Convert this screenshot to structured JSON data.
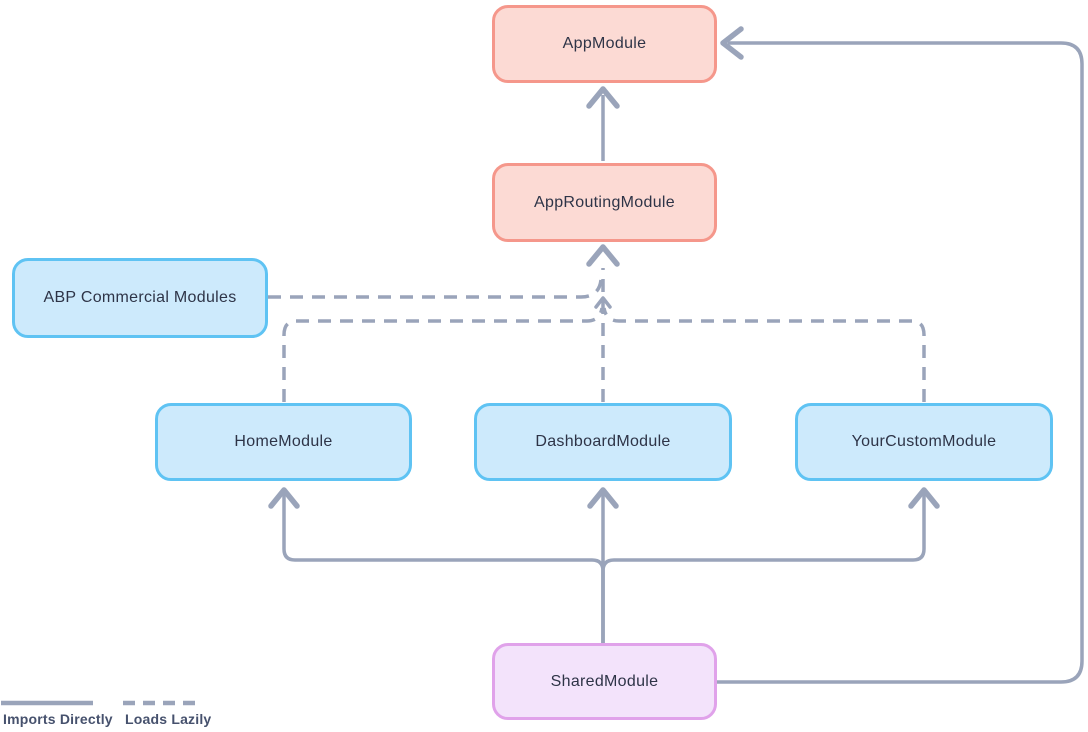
{
  "diagram": {
    "kind": "module-dependency-diagram",
    "nodes": [
      {
        "id": "app-module",
        "label": "AppModule",
        "role": "root"
      },
      {
        "id": "app-routing-module",
        "label": "AppRoutingModule",
        "role": "root"
      },
      {
        "id": "abp-commercial-modules",
        "label": "ABP Commercial Modules",
        "role": "feature"
      },
      {
        "id": "home-module",
        "label": "HomeModule",
        "role": "feature"
      },
      {
        "id": "dashboard-module",
        "label": "DashboardModule",
        "role": "feature"
      },
      {
        "id": "your-custom-module",
        "label": "YourCustomModule",
        "role": "feature"
      },
      {
        "id": "shared-module",
        "label": "SharedModule",
        "role": "shared"
      }
    ],
    "edges": [
      {
        "from": "AppRoutingModule",
        "to": "AppModule",
        "style": "imports-directly"
      },
      {
        "from": "SharedModule",
        "to": "AppModule",
        "style": "imports-directly"
      },
      {
        "from": "ABP Commercial Modules",
        "to": "AppRoutingModule",
        "style": "loads-lazily"
      },
      {
        "from": "HomeModule",
        "to": "AppRoutingModule",
        "style": "loads-lazily"
      },
      {
        "from": "DashboardModule",
        "to": "AppRoutingModule",
        "style": "loads-lazily"
      },
      {
        "from": "YourCustomModule",
        "to": "AppRoutingModule",
        "style": "loads-lazily"
      },
      {
        "from": "SharedModule",
        "to": "HomeModule",
        "style": "imports-directly"
      },
      {
        "from": "SharedModule",
        "to": "DashboardModule",
        "style": "imports-directly"
      },
      {
        "from": "SharedModule",
        "to": "YourCustomModule",
        "style": "imports-directly"
      }
    ],
    "legend": {
      "imports_directly": "Imports Directly",
      "loads_lazily": "Loads Lazily"
    },
    "colors": {
      "background": "#ffffff",
      "root_fill": "#fcdad4",
      "root_border": "#f5978b",
      "feature_fill": "#cdeafc",
      "feature_border": "#5fc3f3",
      "shared_fill": "#f3e3fb",
      "shared_border": "#e0a2ea",
      "line": "#9aa4ba",
      "label_text": "#2e3447",
      "legend_text": "#46516d"
    }
  }
}
